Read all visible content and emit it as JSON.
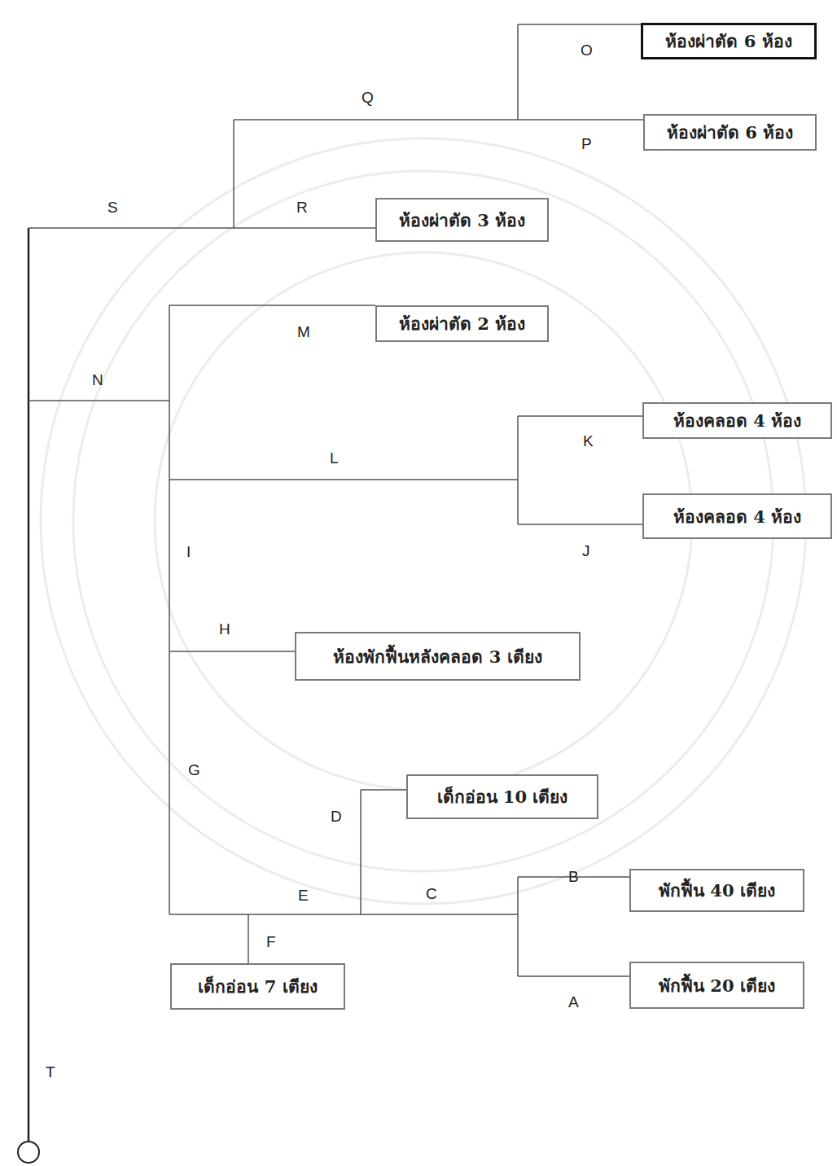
{
  "diagram": {
    "nodes": [
      {
        "text": [
          "ห้องผ่าตัด 6 ห้อง"
        ]
      },
      {
        "text": [
          "ห้องผ่าตัด 6 ห้อง"
        ]
      },
      {
        "text": [
          "ห้องผ่าตัด 3 ห้อง"
        ]
      },
      {
        "text": [
          "ห้องผ่าตัด 2 ห้อง"
        ]
      },
      {
        "text": [
          "ห้องคลอด 4 ห้อง"
        ]
      },
      {
        "text": [
          "ห้องคลอด 4 ห้อง"
        ]
      },
      {
        "text": [
          "ห้องพักฟื้นหลังคลอด 3 เตียง"
        ]
      },
      {
        "text": [
          "เด็กอ่อน 10 เตียง"
        ]
      },
      {
        "text": [
          "พักฟื้น 40 เตียง"
        ]
      },
      {
        "text": [
          "พักฟื้น 20 เตียง"
        ]
      },
      {
        "text": [
          "เด็กอ่อน 7 เตียง"
        ]
      }
    ],
    "labels": [
      "O",
      "Q",
      "P",
      "S",
      "R",
      "M",
      "N",
      "K",
      "L",
      "J",
      "I",
      "H",
      "G",
      "D",
      "E",
      "C",
      "B",
      "F",
      "A",
      "T"
    ]
  }
}
